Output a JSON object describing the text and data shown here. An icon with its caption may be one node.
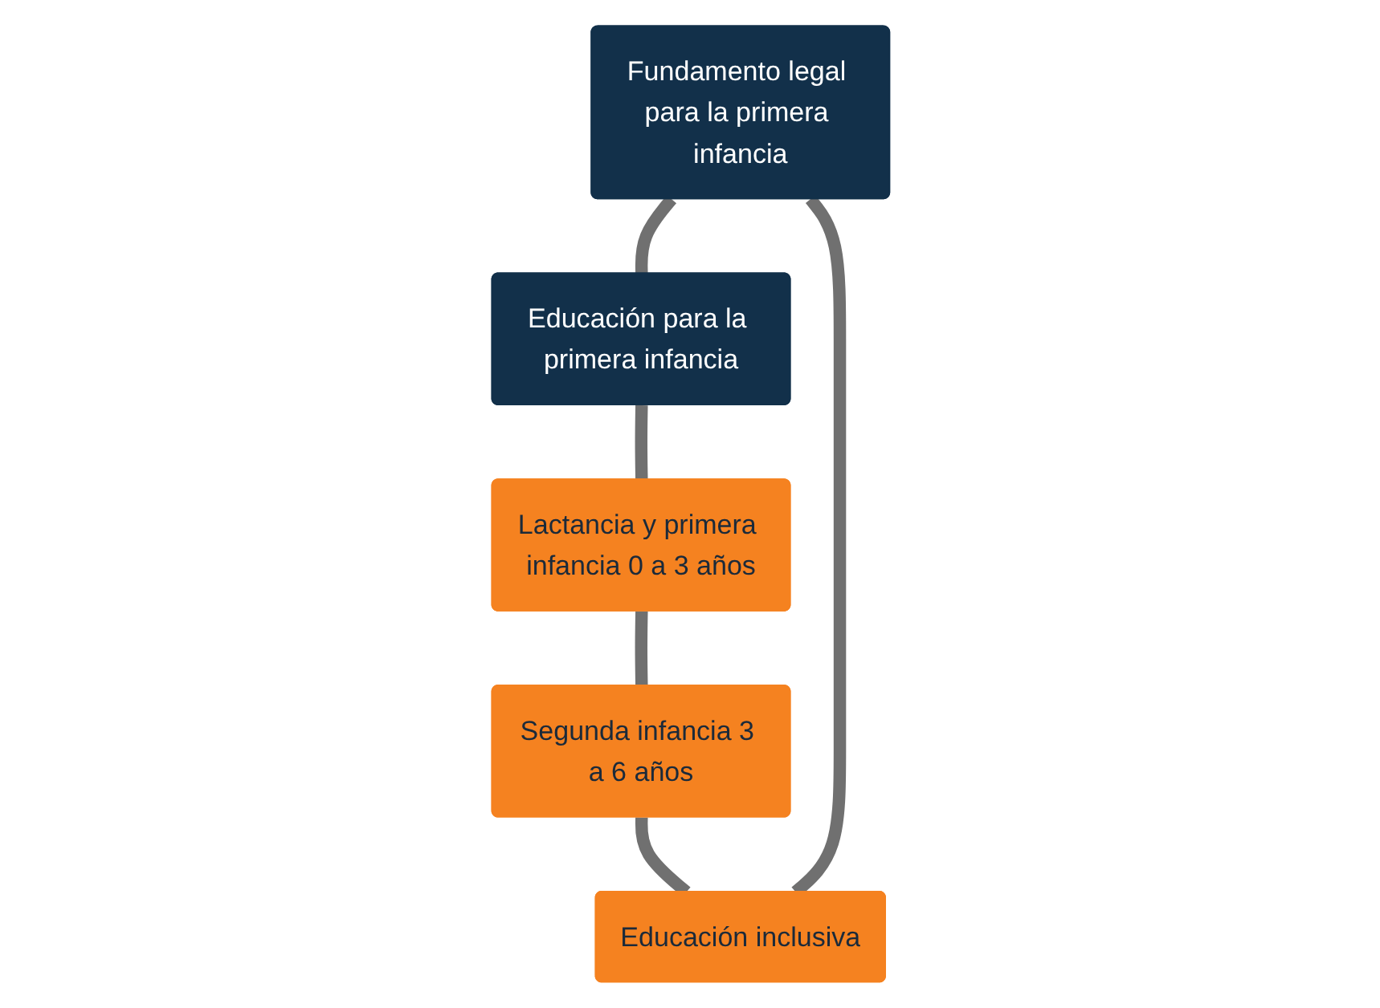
{
  "diagram": {
    "nodes": [
      {
        "text": [
          "Fundamento legal para la primera infancia"
        ]
      },
      {
        "text": [
          "Educación inclusiva"
        ]
      },
      {
        "text": [
          "Educación para la primera infancia"
        ]
      },
      {
        "text": [
          "Segunda infancia 3 a 6 años"
        ]
      },
      {
        "text": [
          "Lactancia y primera infancia 0 a 3 años"
        ]
      }
    ],
    "edges": [
      {
        "from": 0,
        "to": 2,
        "arrow": "none"
      },
      {
        "from": 2,
        "to": 4,
        "arrow": "none"
      },
      {
        "from": 4,
        "to": 3,
        "arrow": "none"
      },
      {
        "from": 3,
        "to": 1,
        "arrow": "none"
      },
      {
        "from": 1,
        "to": 0,
        "arrow": "none"
      }
    ]
  }
}
